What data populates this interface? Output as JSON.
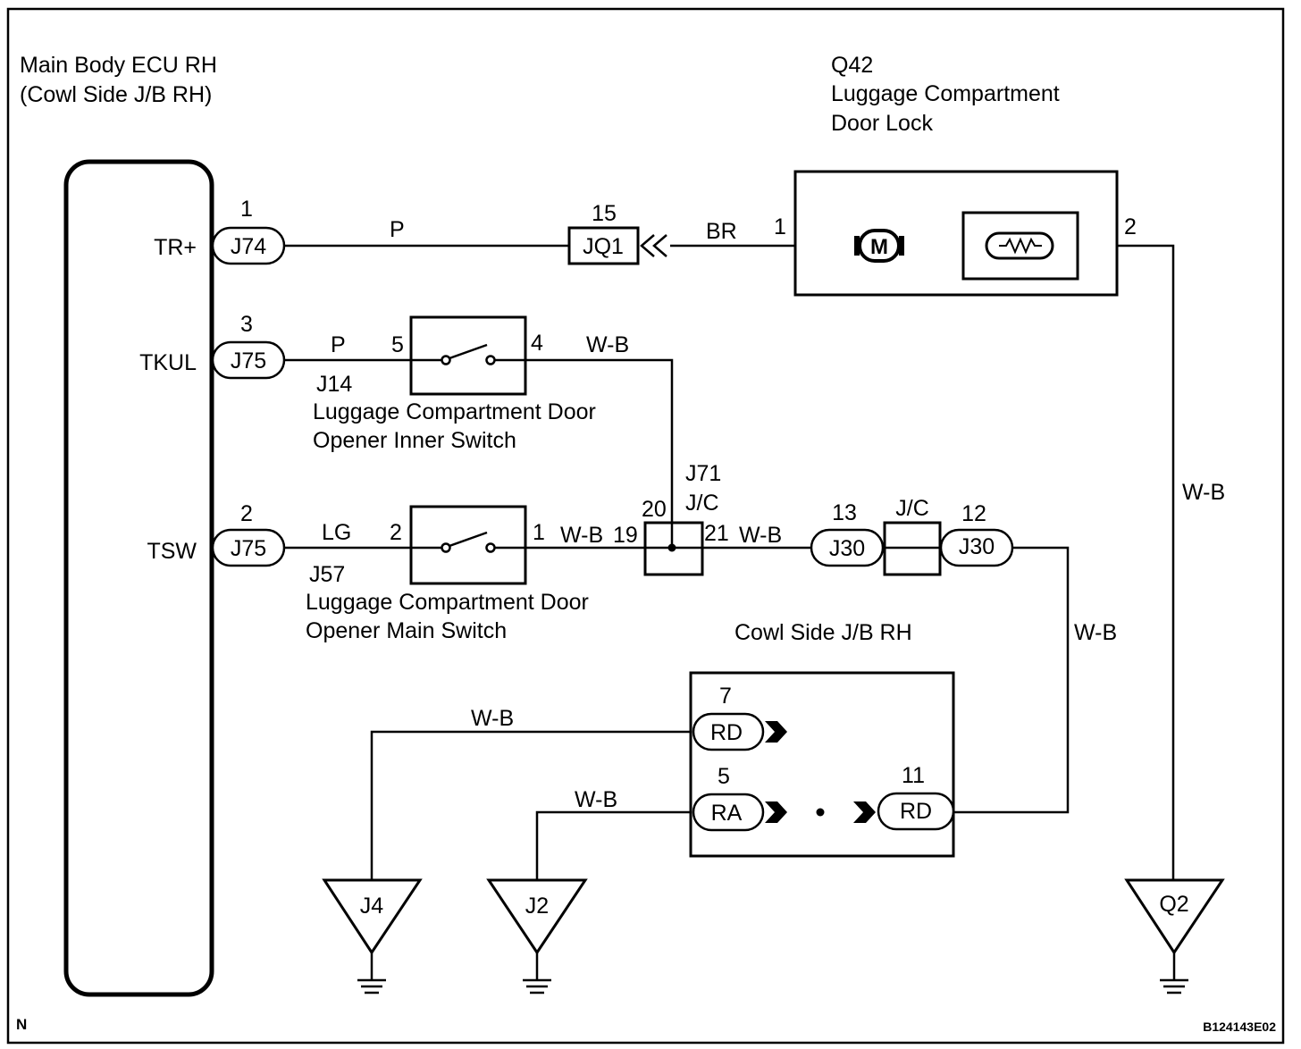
{
  "ecu": {
    "title_line1": "Main Body ECU RH",
    "title_line2": "(Cowl Side J/B RH)",
    "pins": [
      {
        "signal": "TR+",
        "pin": "1",
        "connector": "J74"
      },
      {
        "signal": "TKUL",
        "pin": "3",
        "connector": "J75"
      },
      {
        "signal": "TSW",
        "pin": "2",
        "connector": "J75"
      }
    ]
  },
  "door_lock": {
    "code": "Q42",
    "title_line1": "Luggage Compartment",
    "title_line2": "Door Lock",
    "pin_left": "1",
    "pin_right": "2",
    "motor_label": "M"
  },
  "jq1": {
    "pin": "15",
    "connector": "JQ1"
  },
  "inner_switch": {
    "code": "J14",
    "title_line1": "Luggage Compartment Door",
    "title_line2": "Opener Inner Switch",
    "pin_left": "5",
    "pin_right": "4"
  },
  "main_switch": {
    "code": "J57",
    "title_line1": "Luggage Compartment Door",
    "title_line2": "Opener Main Switch",
    "pin_left": "2",
    "pin_right": "1"
  },
  "j71": {
    "code": "J71",
    "type": "J/C",
    "pin_top": "20",
    "pin_left": "19",
    "pin_right": "21"
  },
  "j30": {
    "connector": "J30",
    "type": "J/C",
    "pin_left": "13",
    "pin_right": "12"
  },
  "cowl_jb": {
    "title": "Cowl Side J/B RH",
    "connectors": [
      {
        "pin": "7",
        "label": "RD"
      },
      {
        "pin": "5",
        "label": "RA"
      },
      {
        "pin": "11",
        "label": "RD"
      }
    ]
  },
  "wire_colors": {
    "tr_plus": "P",
    "door_lock_in": "BR",
    "tkul": "P",
    "inner_out": "W-B",
    "tsw": "LG",
    "main_out": "W-B",
    "j71_out": "W-B",
    "j30_out": "W-B",
    "door_lock_ground": "W-B",
    "ground_j4": "W-B",
    "ground_j2": "W-B"
  },
  "grounds": [
    "J4",
    "J2",
    "Q2"
  ],
  "footer": {
    "left": "N",
    "right": "B124143E02"
  }
}
